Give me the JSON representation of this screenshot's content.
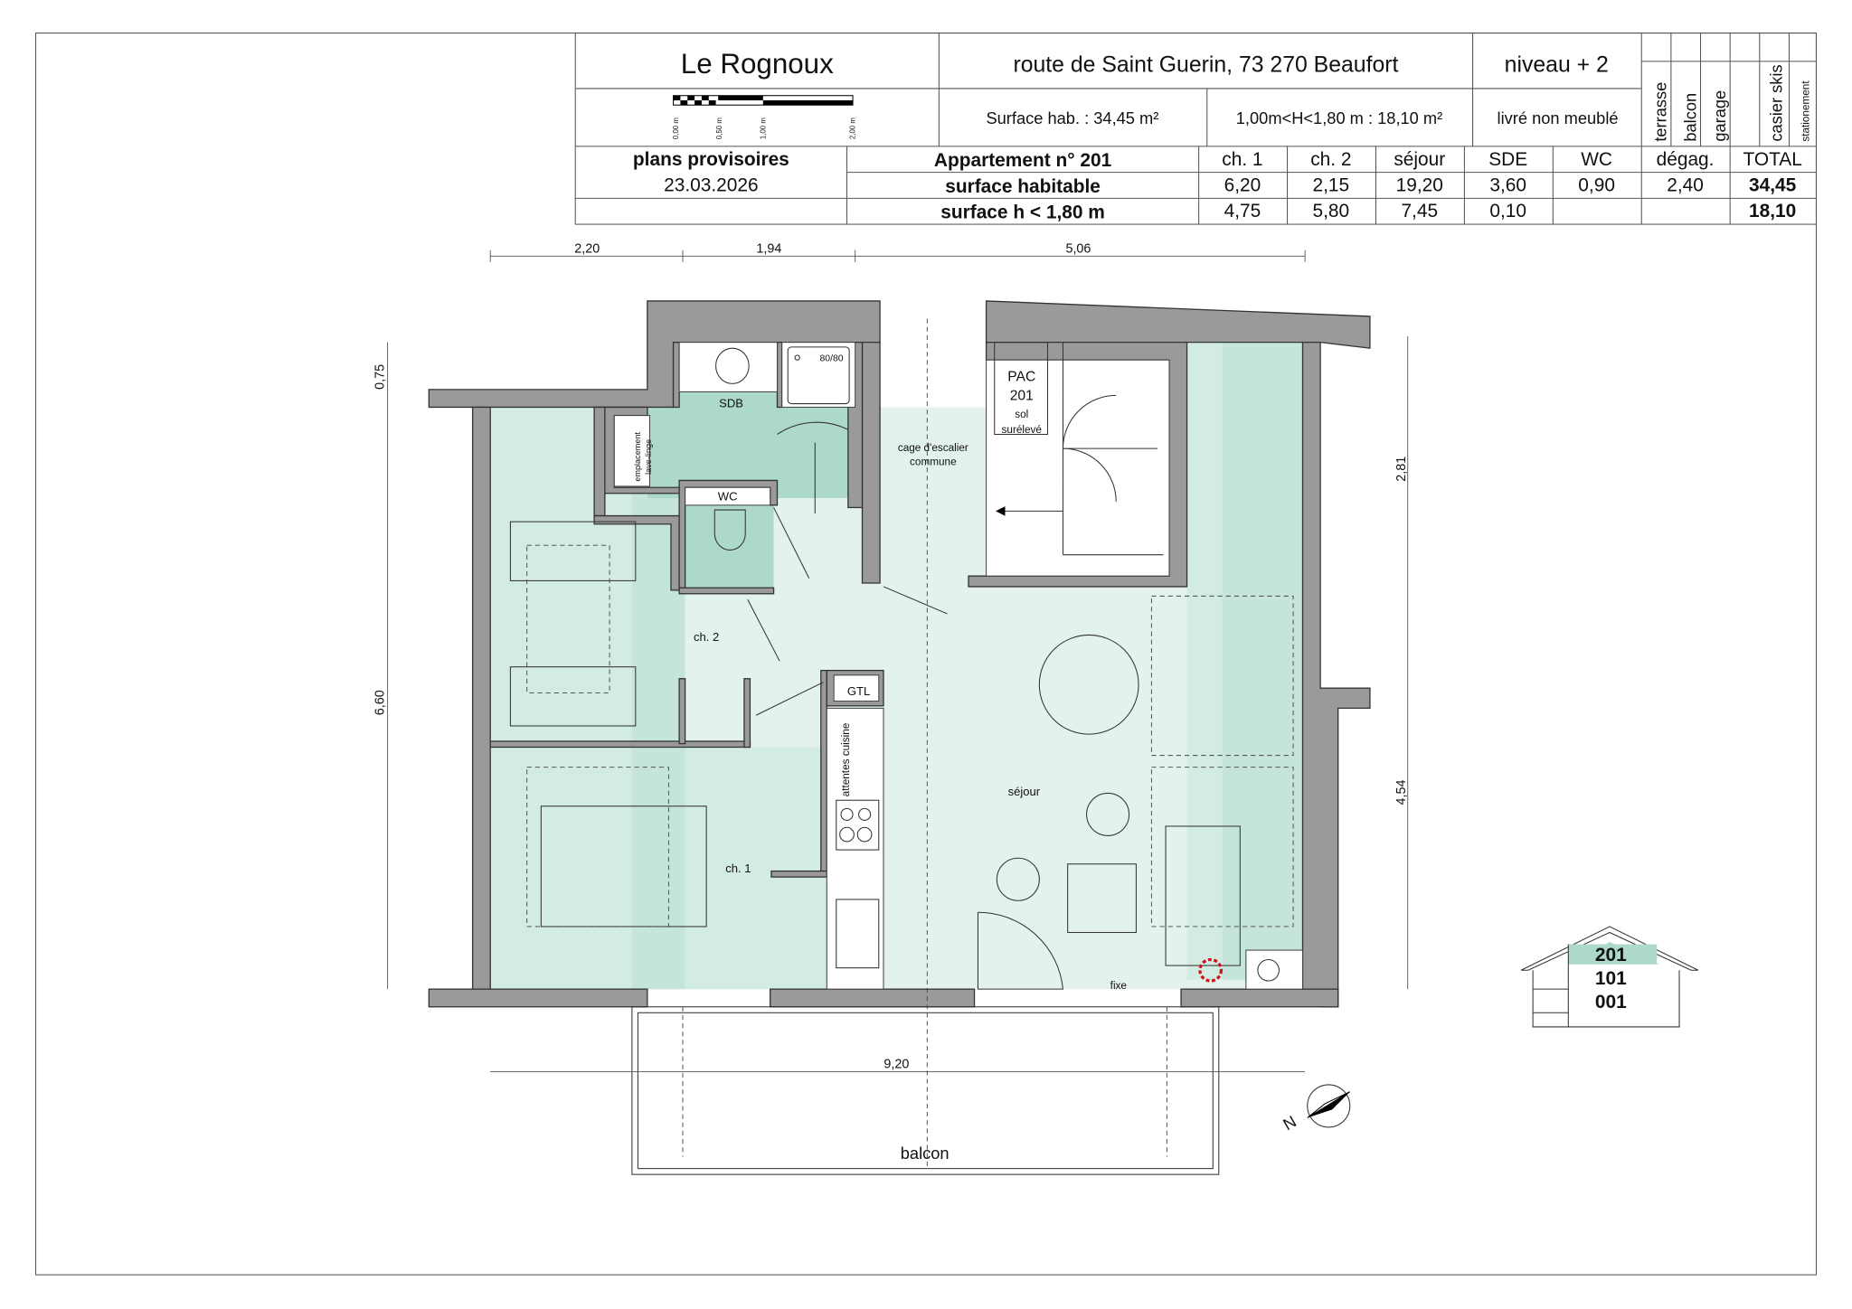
{
  "header": {
    "project": "Le Rognoux",
    "address": "route de Saint Guerin,  73 270 Beaufort",
    "level": "niveau + 2",
    "surface_hab": "Surface hab. :  34,45 m²",
    "surface_h": "1,00m<H<1,80 m : 18,10 m²",
    "delivery": "livré non meublé",
    "scale_labels": [
      "0,00 m",
      "0,50 m",
      "1,00 m",
      "2,00 m"
    ],
    "annex_columns": [
      "terrasse",
      "balcon",
      "garage",
      "",
      "casier skis",
      "stationement"
    ],
    "plans_status": "plans provisoires",
    "date": "23.03.2026"
  },
  "table": {
    "apartment": "Appartement n° 201",
    "columns": [
      "ch. 1",
      "ch. 2",
      "séjour",
      "SDE",
      "WC",
      "dégag.",
      "TOTAL"
    ],
    "rows": [
      {
        "label": "surface habitable",
        "values": [
          "6,20",
          "2,15",
          "19,20",
          "3,60",
          "0,90",
          "2,40",
          "34,45"
        ]
      },
      {
        "label": "surface h < 1,80 m",
        "values": [
          "4,75",
          "5,80",
          "7,45",
          "0,10",
          "",
          "",
          "18,10"
        ]
      }
    ]
  },
  "rooms": {
    "sdb": "SDB",
    "shower": "80/80",
    "wc": "WC",
    "laundry_1": "emplacement",
    "laundry_2": "lave-linge",
    "stair_1": "cage d'escalier",
    "stair_2": "commune",
    "pac_1": "PAC",
    "pac_2": "201",
    "pac_3": "sol",
    "pac_4": "surélevé",
    "ch2": "ch. 2",
    "ch1": "ch. 1",
    "gtl": "GTL",
    "kitchen": "attentes cuisine",
    "sejour": "séjour",
    "fixe": "fixe",
    "balcon": "balcon"
  },
  "dimensions": {
    "top": [
      "2,20",
      "1,94",
      "5,06"
    ],
    "left": [
      "0,75",
      "6,60"
    ],
    "right": [
      "2,81",
      "4,54"
    ],
    "bottom": "9,20"
  },
  "levels": [
    "201",
    "101",
    "001"
  ],
  "compass": "N",
  "colors": {
    "wall": "#9a9a9a",
    "sejour": "#e4f2ed",
    "rooms": "#d2ebe3",
    "wet": "#acd9cb",
    "highlight": "#acd9cb"
  }
}
